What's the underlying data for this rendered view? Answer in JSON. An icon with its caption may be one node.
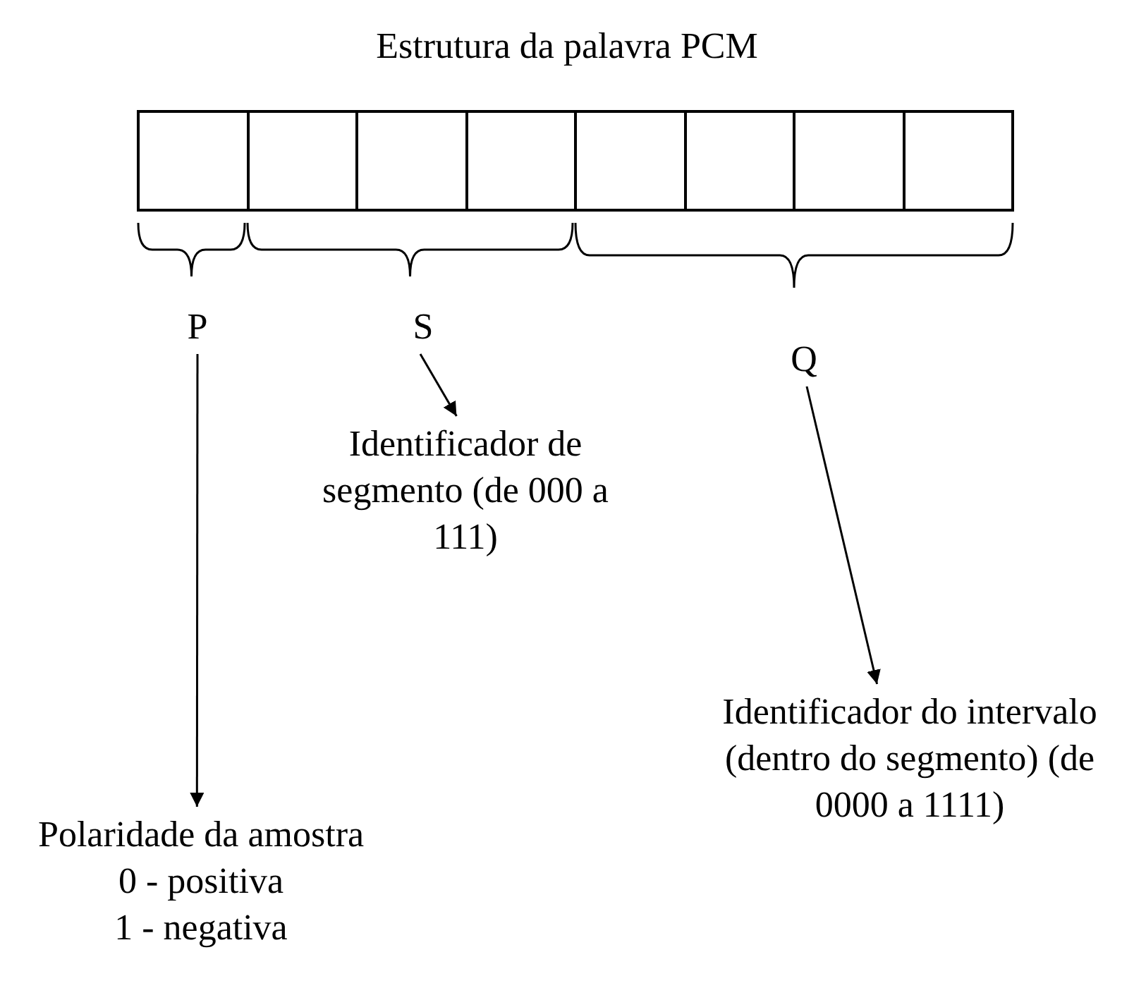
{
  "diagram": {
    "title": "Estrutura da palavra PCM",
    "nodes": [
      {
        "text": [],
        "shape": "box"
      },
      {
        "text": [],
        "shape": "box"
      },
      {
        "text": [],
        "shape": "box"
      },
      {
        "text": [],
        "shape": "box"
      },
      {
        "text": [],
        "shape": "box"
      },
      {
        "text": [],
        "shape": "box"
      },
      {
        "text": [],
        "shape": "box"
      },
      {
        "text": [],
        "shape": "box"
      },
      {
        "text": [
          "P"
        ]
      },
      {
        "text": [
          "S"
        ]
      },
      {
        "text": [
          "Q"
        ]
      },
      {
        "text": [
          "Identificador de segmento (de 000 a 111)"
        ]
      },
      {
        "text": [
          "Polaridade da amostra",
          "0 - positiva",
          "1 - negativa"
        ]
      },
      {
        "text": [
          "Identificador do intervalo (dentro do segmento) (de 0000 a 1111)"
        ]
      }
    ],
    "edges": [
      {
        "from": 8,
        "to": 12,
        "arrow": "to"
      },
      {
        "from": 9,
        "to": 11,
        "arrow": "to"
      },
      {
        "from": 10,
        "to": 13,
        "arrow": "to"
      }
    ]
  }
}
